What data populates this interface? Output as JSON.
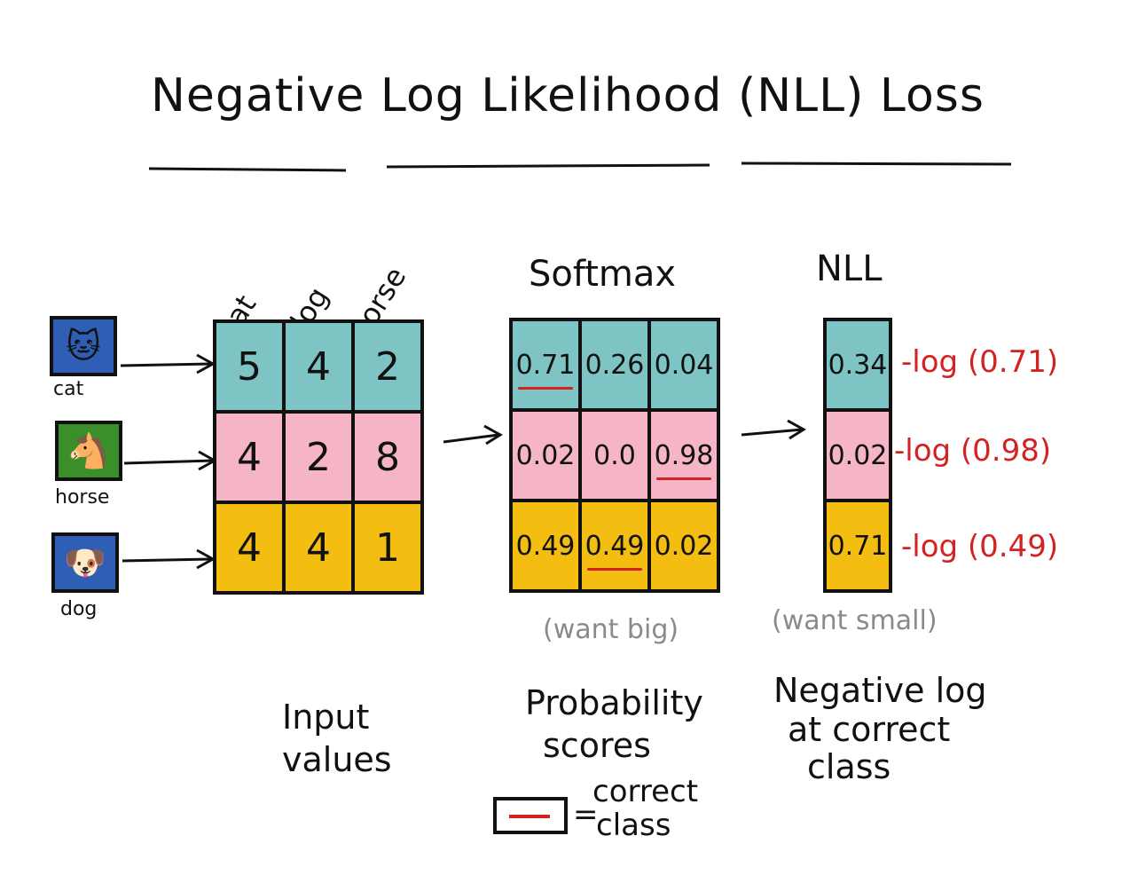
{
  "title": "Negative Log Likelihood (NLL) Loss",
  "inputs": {
    "column_labels": [
      "cat",
      "dog",
      "horse"
    ],
    "animals": [
      {
        "label": "cat",
        "icon": "cat-icon",
        "glyph": "🐱",
        "bg": "#2f5fb5"
      },
      {
        "label": "horse",
        "icon": "horse-icon",
        "glyph": "🐴",
        "bg": "#3a8f2a"
      },
      {
        "label": "dog",
        "icon": "dog-icon",
        "glyph": "🐶",
        "bg": "#2f5fb5"
      }
    ],
    "values": [
      [
        "5",
        "4",
        "2"
      ],
      [
        "4",
        "2",
        "8"
      ],
      [
        "4",
        "4",
        "1"
      ]
    ],
    "caption_line1": "Input",
    "caption_line2": "values"
  },
  "softmax": {
    "header": "Softmax",
    "values": [
      [
        "0.71",
        "0.26",
        "0.04"
      ],
      [
        "0.02",
        "0.0",
        "0.98"
      ],
      [
        "0.49",
        "0.49",
        "0.02"
      ]
    ],
    "correct_index": [
      0,
      2,
      1
    ],
    "note": "(want big)",
    "caption_line1": "Probability",
    "caption_line2": "scores"
  },
  "nll": {
    "header": "NLL",
    "values": [
      "0.34",
      "0.02",
      "0.71"
    ],
    "expressions": [
      "-log (0.71)",
      "-log (0.98)",
      "-log (0.49)"
    ],
    "note": "(want small)",
    "caption_line1": "Negative log",
    "caption_line2": "at correct",
    "caption_line3": "class"
  },
  "legend": {
    "eq": "=",
    "line1": "correct",
    "line2": "class"
  },
  "colors": {
    "row_teal": "#7ec4c4",
    "row_pink": "#f5b5c6",
    "row_yellow": "#f3bd12",
    "correct_mark": "#d42222",
    "note_gray": "#8a8a8a"
  }
}
